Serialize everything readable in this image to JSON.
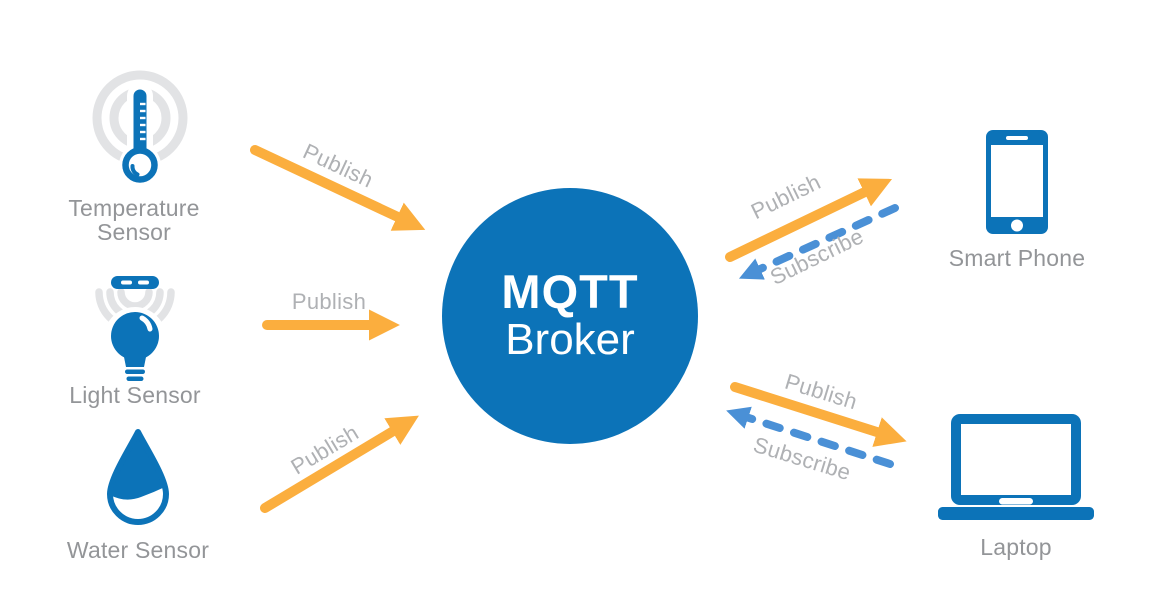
{
  "broker": {
    "title": "MQTT",
    "subtitle": "Broker"
  },
  "sensors": [
    {
      "id": "temperature-sensor",
      "label": "Temperature Sensor",
      "icon": "thermometer-signal-icon"
    },
    {
      "id": "light-sensor",
      "label": "Light Sensor",
      "icon": "light-bulb-sensor-icon"
    },
    {
      "id": "water-sensor",
      "label": "Water Sensor",
      "icon": "water-drop-icon"
    }
  ],
  "devices": [
    {
      "id": "smart-phone",
      "label": "Smart Phone",
      "icon": "smartphone-icon"
    },
    {
      "id": "laptop",
      "label": "Laptop",
      "icon": "laptop-icon"
    }
  ],
  "edges": [
    {
      "from": "temperature-sensor",
      "to": "mqtt-broker",
      "type": "publish",
      "label": "Publish"
    },
    {
      "from": "light-sensor",
      "to": "mqtt-broker",
      "type": "publish",
      "label": "Publish"
    },
    {
      "from": "water-sensor",
      "to": "mqtt-broker",
      "type": "publish",
      "label": "Publish"
    },
    {
      "from": "mqtt-broker",
      "to": "smart-phone",
      "type": "publish",
      "label": "Publish"
    },
    {
      "from": "smart-phone",
      "to": "mqtt-broker",
      "type": "subscribe",
      "label": "Subscribe"
    },
    {
      "from": "mqtt-broker",
      "to": "laptop",
      "type": "publish",
      "label": "Publish"
    },
    {
      "from": "laptop",
      "to": "mqtt-broker",
      "type": "subscribe",
      "label": "Subscribe"
    }
  ],
  "colors": {
    "broker_blue": "#0c73b8",
    "icon_blue": "#0c73b8",
    "publish_orange": "#fbae3e",
    "subscribe_blue": "#4a90d6",
    "node_label_gray": "#939598",
    "edge_label_gray": "#afb1b4",
    "icon_light_gray": "#e2e3e5"
  }
}
